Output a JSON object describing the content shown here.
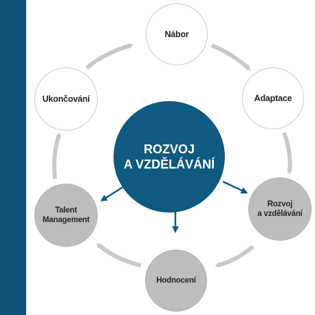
{
  "colors": {
    "sidebar": "#0d5478",
    "center_fill": "#0e5a80",
    "grey_node_fill": "#bdbdbd",
    "outline_node_stroke": "#c9c9c9",
    "cycle_arrow": "#c8c8c8",
    "center_arrow": "#0e5a80"
  },
  "center": {
    "line1": "ROZVOJ",
    "line2": "A VZDĚLÁVÁNÍ"
  },
  "nodes": {
    "nabor": {
      "label": "Nábor"
    },
    "adaptace": {
      "label": "Adaptace"
    },
    "rozvoj": {
      "line1": "Rozvoj",
      "line2": "a vzdělávání"
    },
    "hodnoceni": {
      "label": "Hodnocení"
    },
    "talent": {
      "line1": "Talent",
      "line2": "Management"
    },
    "ukoncovani": {
      "label": "Ukončování"
    }
  }
}
